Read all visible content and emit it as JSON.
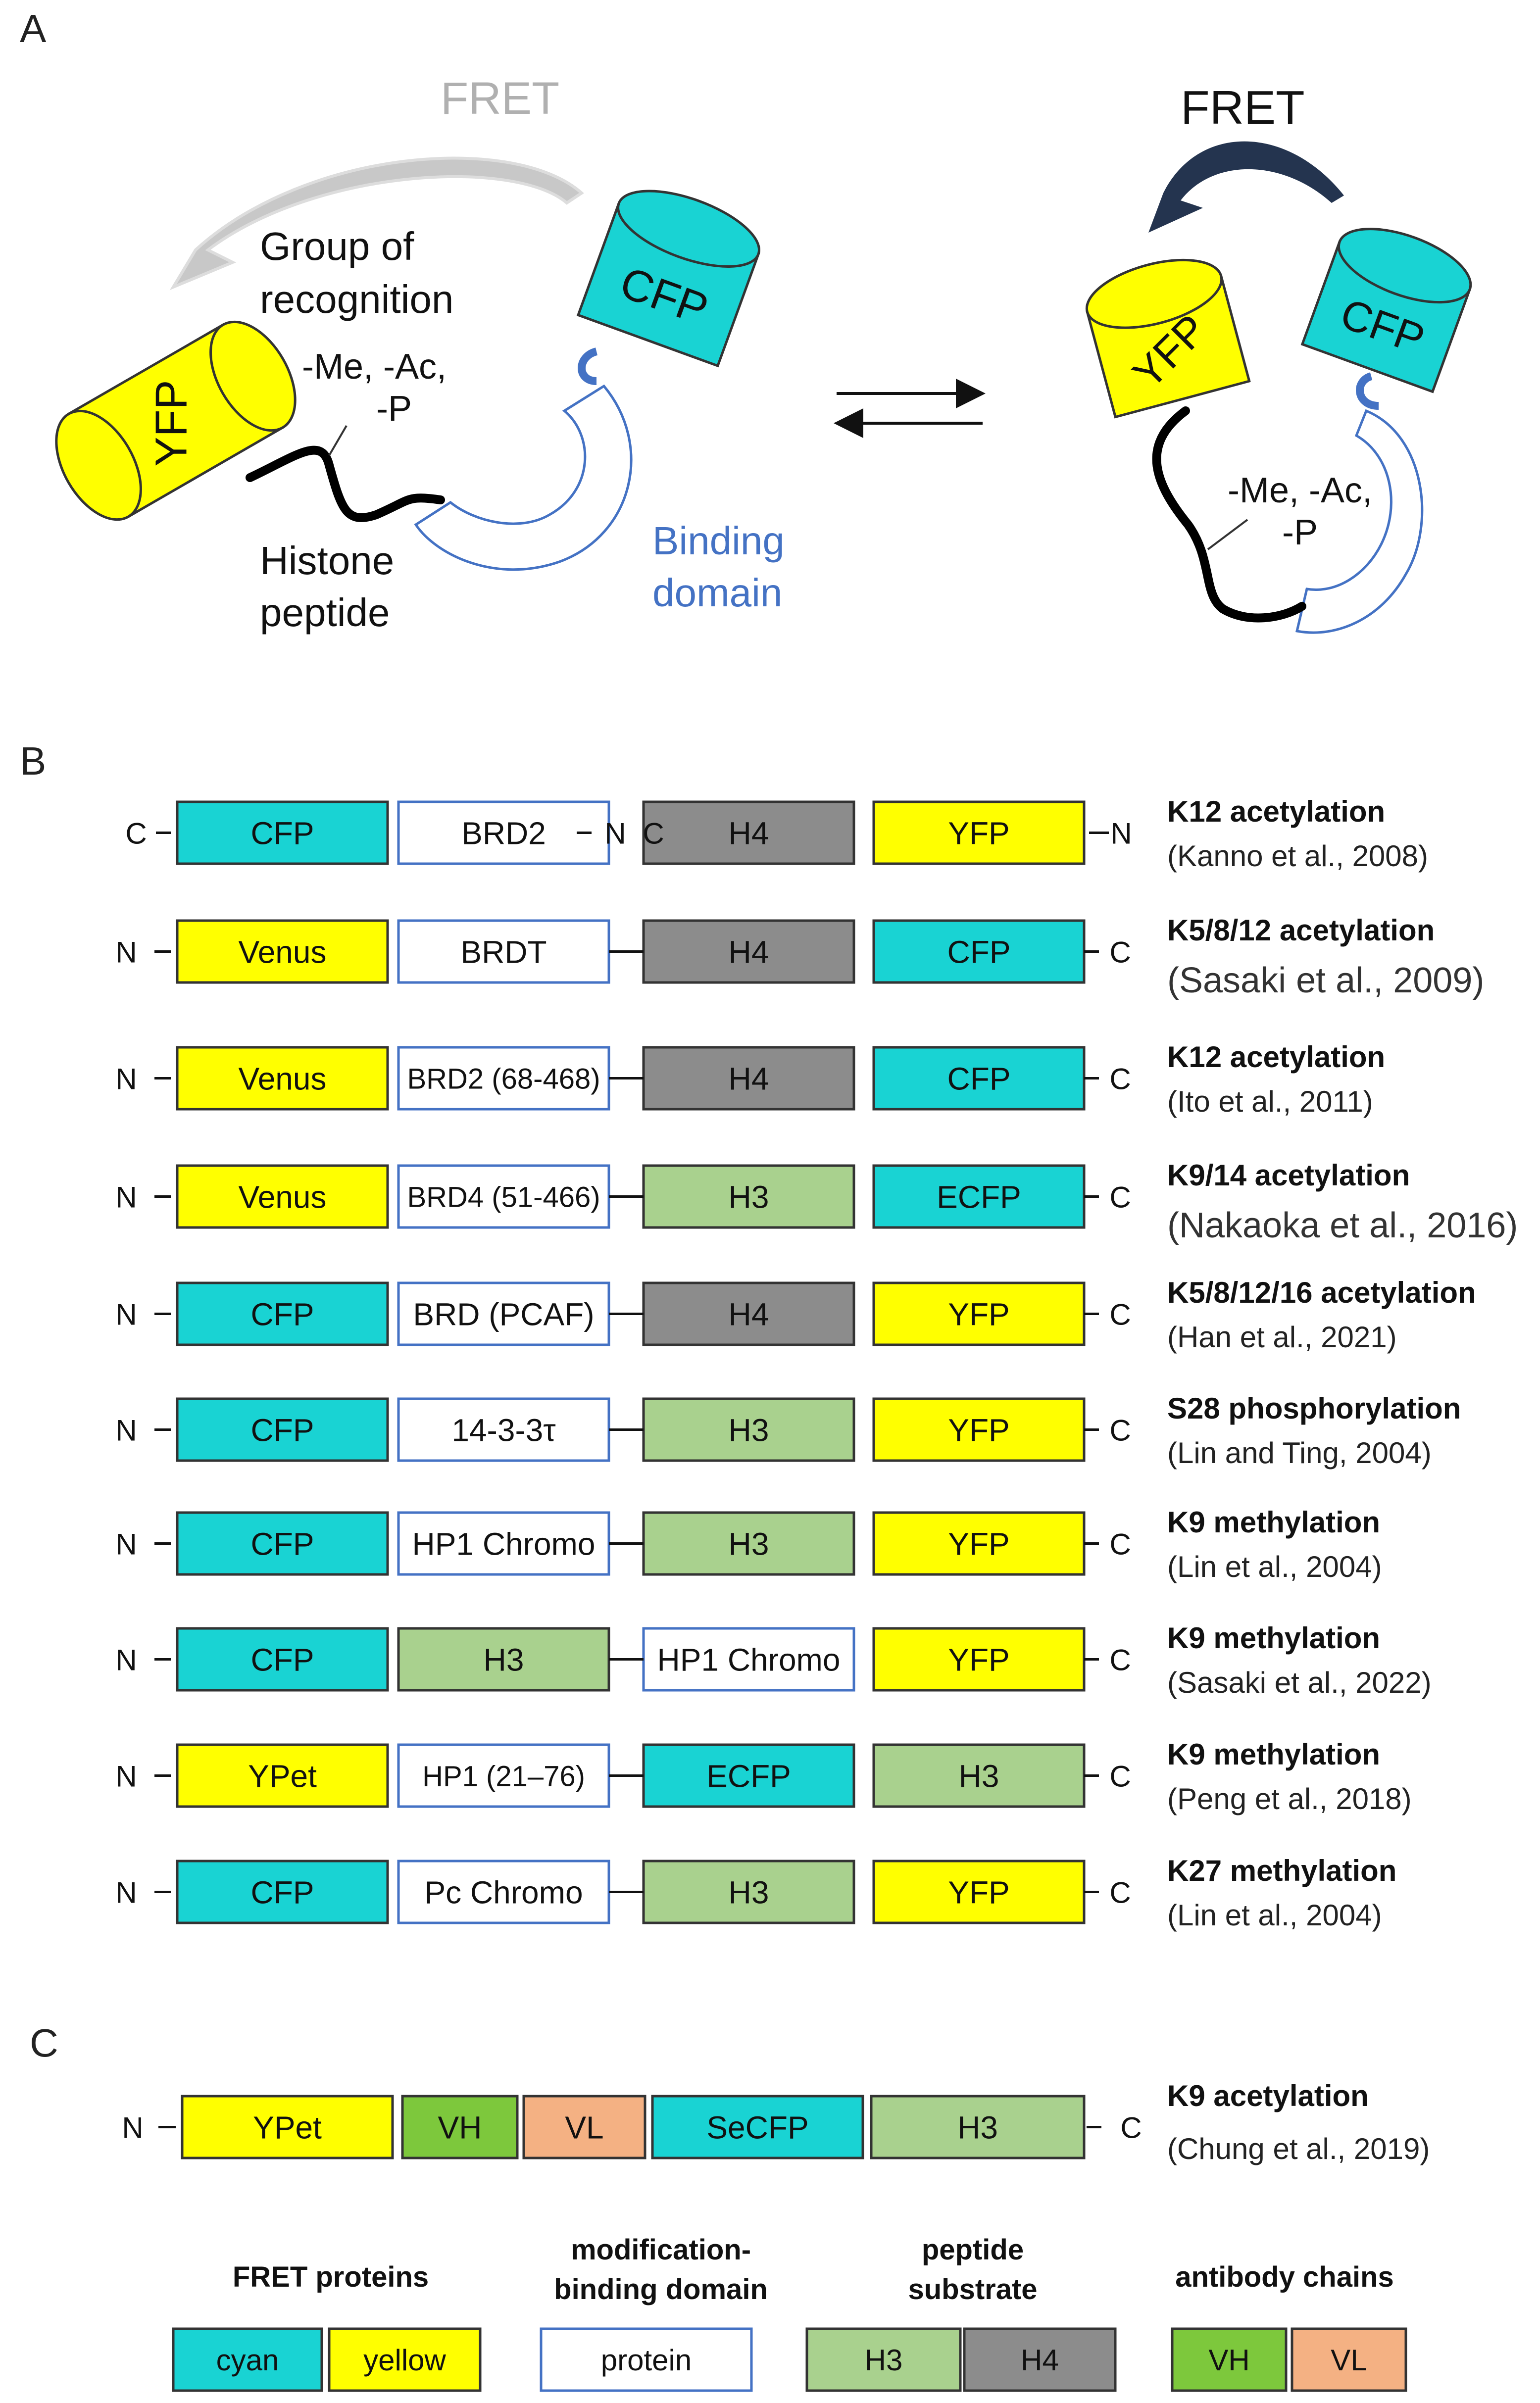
{
  "panels": {
    "A": {
      "label": "A",
      "fret_off": "FRET",
      "fret_on": "FRET",
      "group_line1": "Group of",
      "group_line2": "recognition",
      "mods_left_line1": "-Me, -Ac,",
      "mods_left_line2": "-P",
      "mods_right_line1": "-Me, -Ac,",
      "mods_right_line2": "-P",
      "histone_line1": "Histone",
      "histone_line2": "peptide",
      "binding_line1": "Binding",
      "binding_line2": "domain",
      "yfp": "YFP",
      "cfp": "CFP"
    },
    "B": {
      "label": "B"
    },
    "C": {
      "label": "C"
    }
  },
  "colors": {
    "cyan": "#19d3d3",
    "yellow": "#ffff00",
    "h3": "#a9d18e",
    "h4": "#8c8c8c",
    "vh": "#7dc83c",
    "vl": "#f4b183",
    "white": "#ffffff",
    "binding_blue": "#4472c4",
    "fret_grey": "#b0b0b0",
    "fret_dark": "#24344f"
  },
  "constructs": [
    {
      "boxes": [
        {
          "text": "CFP",
          "type": "cyan"
        },
        {
          "text": "BRD2",
          "type": "white"
        },
        {
          "text": "H4",
          "type": "h4"
        },
        {
          "text": "YFP",
          "type": "yellow"
        }
      ],
      "modification": "K12 acetylation",
      "reference": "(Kanno et al., 2008)"
    },
    {
      "boxes": [
        {
          "text": "Venus",
          "type": "yellow"
        },
        {
          "text": "BRDT",
          "type": "white"
        },
        {
          "text": "H4",
          "type": "h4"
        },
        {
          "text": "CFP",
          "type": "cyan"
        }
      ],
      "modification": "K5/8/12 acetylation",
      "reference": "(Sasaki et al., 2009)"
    },
    {
      "boxes": [
        {
          "text": "Venus",
          "type": "yellow"
        },
        {
          "text": "BRD2 (68-468)",
          "type": "white"
        },
        {
          "text": "H4",
          "type": "h4"
        },
        {
          "text": "CFP",
          "type": "cyan"
        }
      ],
      "modification": "K12 acetylation",
      "reference": "(Ito et al., 2011)"
    },
    {
      "boxes": [
        {
          "text": "Venus",
          "type": "yellow"
        },
        {
          "text": "BRD4 (51-466)",
          "type": "white"
        },
        {
          "text": "H3",
          "type": "h3"
        },
        {
          "text": "ECFP",
          "type": "cyan"
        }
      ],
      "modification": "K9/14 acetylation",
      "reference": "(Nakaoka et al., 2016)"
    },
    {
      "boxes": [
        {
          "text": "CFP",
          "type": "cyan"
        },
        {
          "text": "BRD (PCAF)",
          "type": "white"
        },
        {
          "text": "H4",
          "type": "h4"
        },
        {
          "text": "YFP",
          "type": "yellow"
        }
      ],
      "modification": "K5/8/12/16 acetylation",
      "reference": "(Han et al., 2021)"
    },
    {
      "boxes": [
        {
          "text": "CFP",
          "type": "cyan"
        },
        {
          "text": "14-3-3τ",
          "type": "white"
        },
        {
          "text": "H3",
          "type": "h3"
        },
        {
          "text": "YFP",
          "type": "yellow"
        }
      ],
      "modification": "S28 phosphorylation",
      "reference": "(Lin and Ting, 2004)"
    },
    {
      "boxes": [
        {
          "text": "CFP",
          "type": "cyan"
        },
        {
          "text": "HP1 Chromo",
          "type": "white"
        },
        {
          "text": "H3",
          "type": "h3"
        },
        {
          "text": "YFP",
          "type": "yellow"
        }
      ],
      "modification": "K9 methylation",
      "reference": "(Lin et al., 2004)"
    },
    {
      "boxes": [
        {
          "text": "CFP",
          "type": "cyan"
        },
        {
          "text": "H3",
          "type": "h3"
        },
        {
          "text": "HP1 Chromo",
          "type": "white"
        },
        {
          "text": "YFP",
          "type": "yellow"
        }
      ],
      "modification": "K9 methylation",
      "reference": "(Sasaki et al., 2022)"
    },
    {
      "boxes": [
        {
          "text": "YPet",
          "type": "yellow"
        },
        {
          "text": "HP1 (21–76)",
          "type": "white"
        },
        {
          "text": "ECFP",
          "type": "cyan"
        },
        {
          "text": "H3",
          "type": "h3"
        }
      ],
      "modification": "K9 methylation",
      "reference": "(Peng et al., 2018)"
    },
    {
      "boxes": [
        {
          "text": "CFP",
          "type": "cyan"
        },
        {
          "text": "Pc Chromo",
          "type": "white"
        },
        {
          "text": "H3",
          "type": "h3"
        },
        {
          "text": "YFP",
          "type": "yellow"
        }
      ],
      "modification": "K27 methylation",
      "reference": "(Lin et al., 2004)"
    }
  ],
  "construct_c": {
    "boxes": [
      {
        "text": "YPet",
        "type": "yellow"
      },
      {
        "text": "VH",
        "type": "vh"
      },
      {
        "text": "VL",
        "type": "vl"
      },
      {
        "text": "SeCFP",
        "type": "cyan"
      },
      {
        "text": "H3",
        "type": "h3"
      }
    ],
    "modification": "K9 acetylation",
    "reference": "(Chung et al., 2019)"
  },
  "termini": {
    "n": "N",
    "c": "C"
  },
  "legend": {
    "fret_proteins": "FRET proteins",
    "mod_binding_line1": "modification-",
    "mod_binding_line2": "binding domain",
    "peptide_line1": "peptide",
    "peptide_line2": "substrate",
    "antibody": "antibody chains",
    "items": {
      "cyan": "cyan",
      "yellow": "yellow",
      "protein": "protein",
      "h3": "H3",
      "h4": "H4",
      "vh": "VH",
      "vl": "VL"
    }
  }
}
